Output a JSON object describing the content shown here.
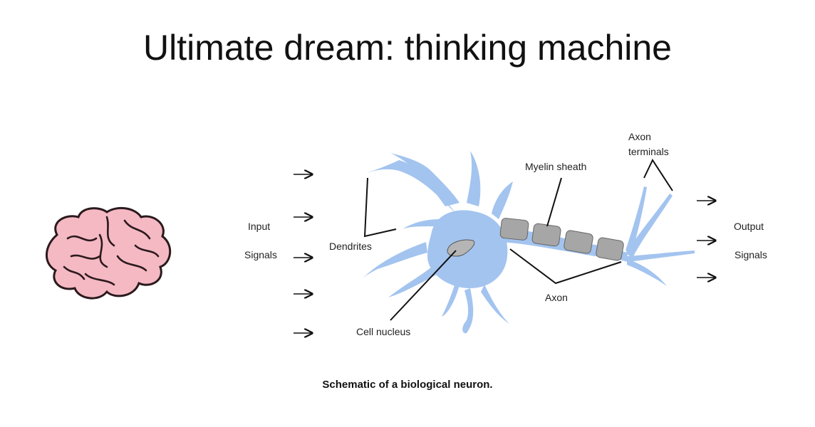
{
  "slide": {
    "title": "Ultimate dream: thinking machine",
    "caption": "Schematic of a biological neuron."
  },
  "diagram": {
    "labels": {
      "input": "Input",
      "input_signals": "Signals",
      "dendrites": "Dendrites",
      "cell_nucleus": "Cell nucleus",
      "myelin_sheath": "Myelin sheath",
      "axon": "Axon",
      "axon_terminals_1": "Axon",
      "axon_terminals_2": "terminals",
      "output": "Output",
      "output_signals": "Signals"
    },
    "colors": {
      "neuron": "#a3c4ef",
      "myelin": "#a6a6a6",
      "brain": "#f5b9c4",
      "brain_outline": "#2b1a1d"
    },
    "icons": [
      "brain-icon",
      "arrow-right-icon"
    ]
  }
}
